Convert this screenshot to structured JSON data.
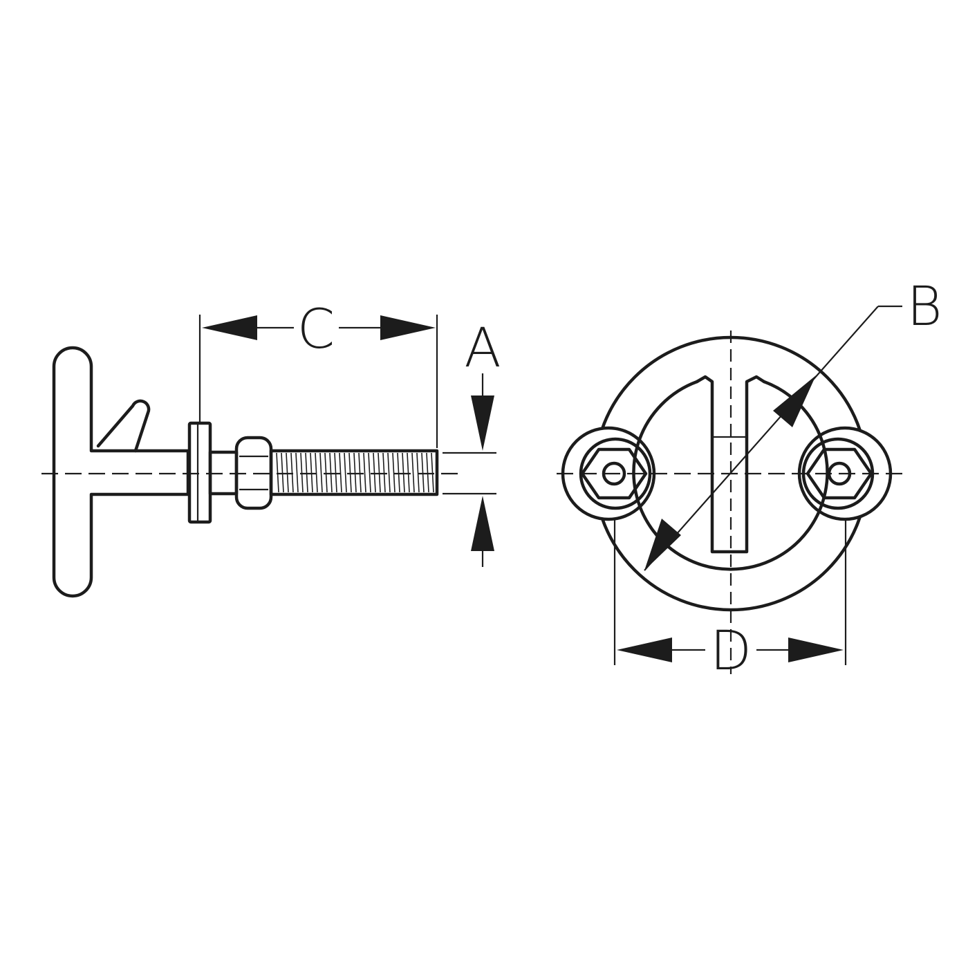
{
  "diagram": {
    "labels": {
      "a": "A",
      "b": "B",
      "c": "C",
      "d": "D"
    },
    "line_color": "#1c1c1c",
    "background": "#ffffff"
  }
}
